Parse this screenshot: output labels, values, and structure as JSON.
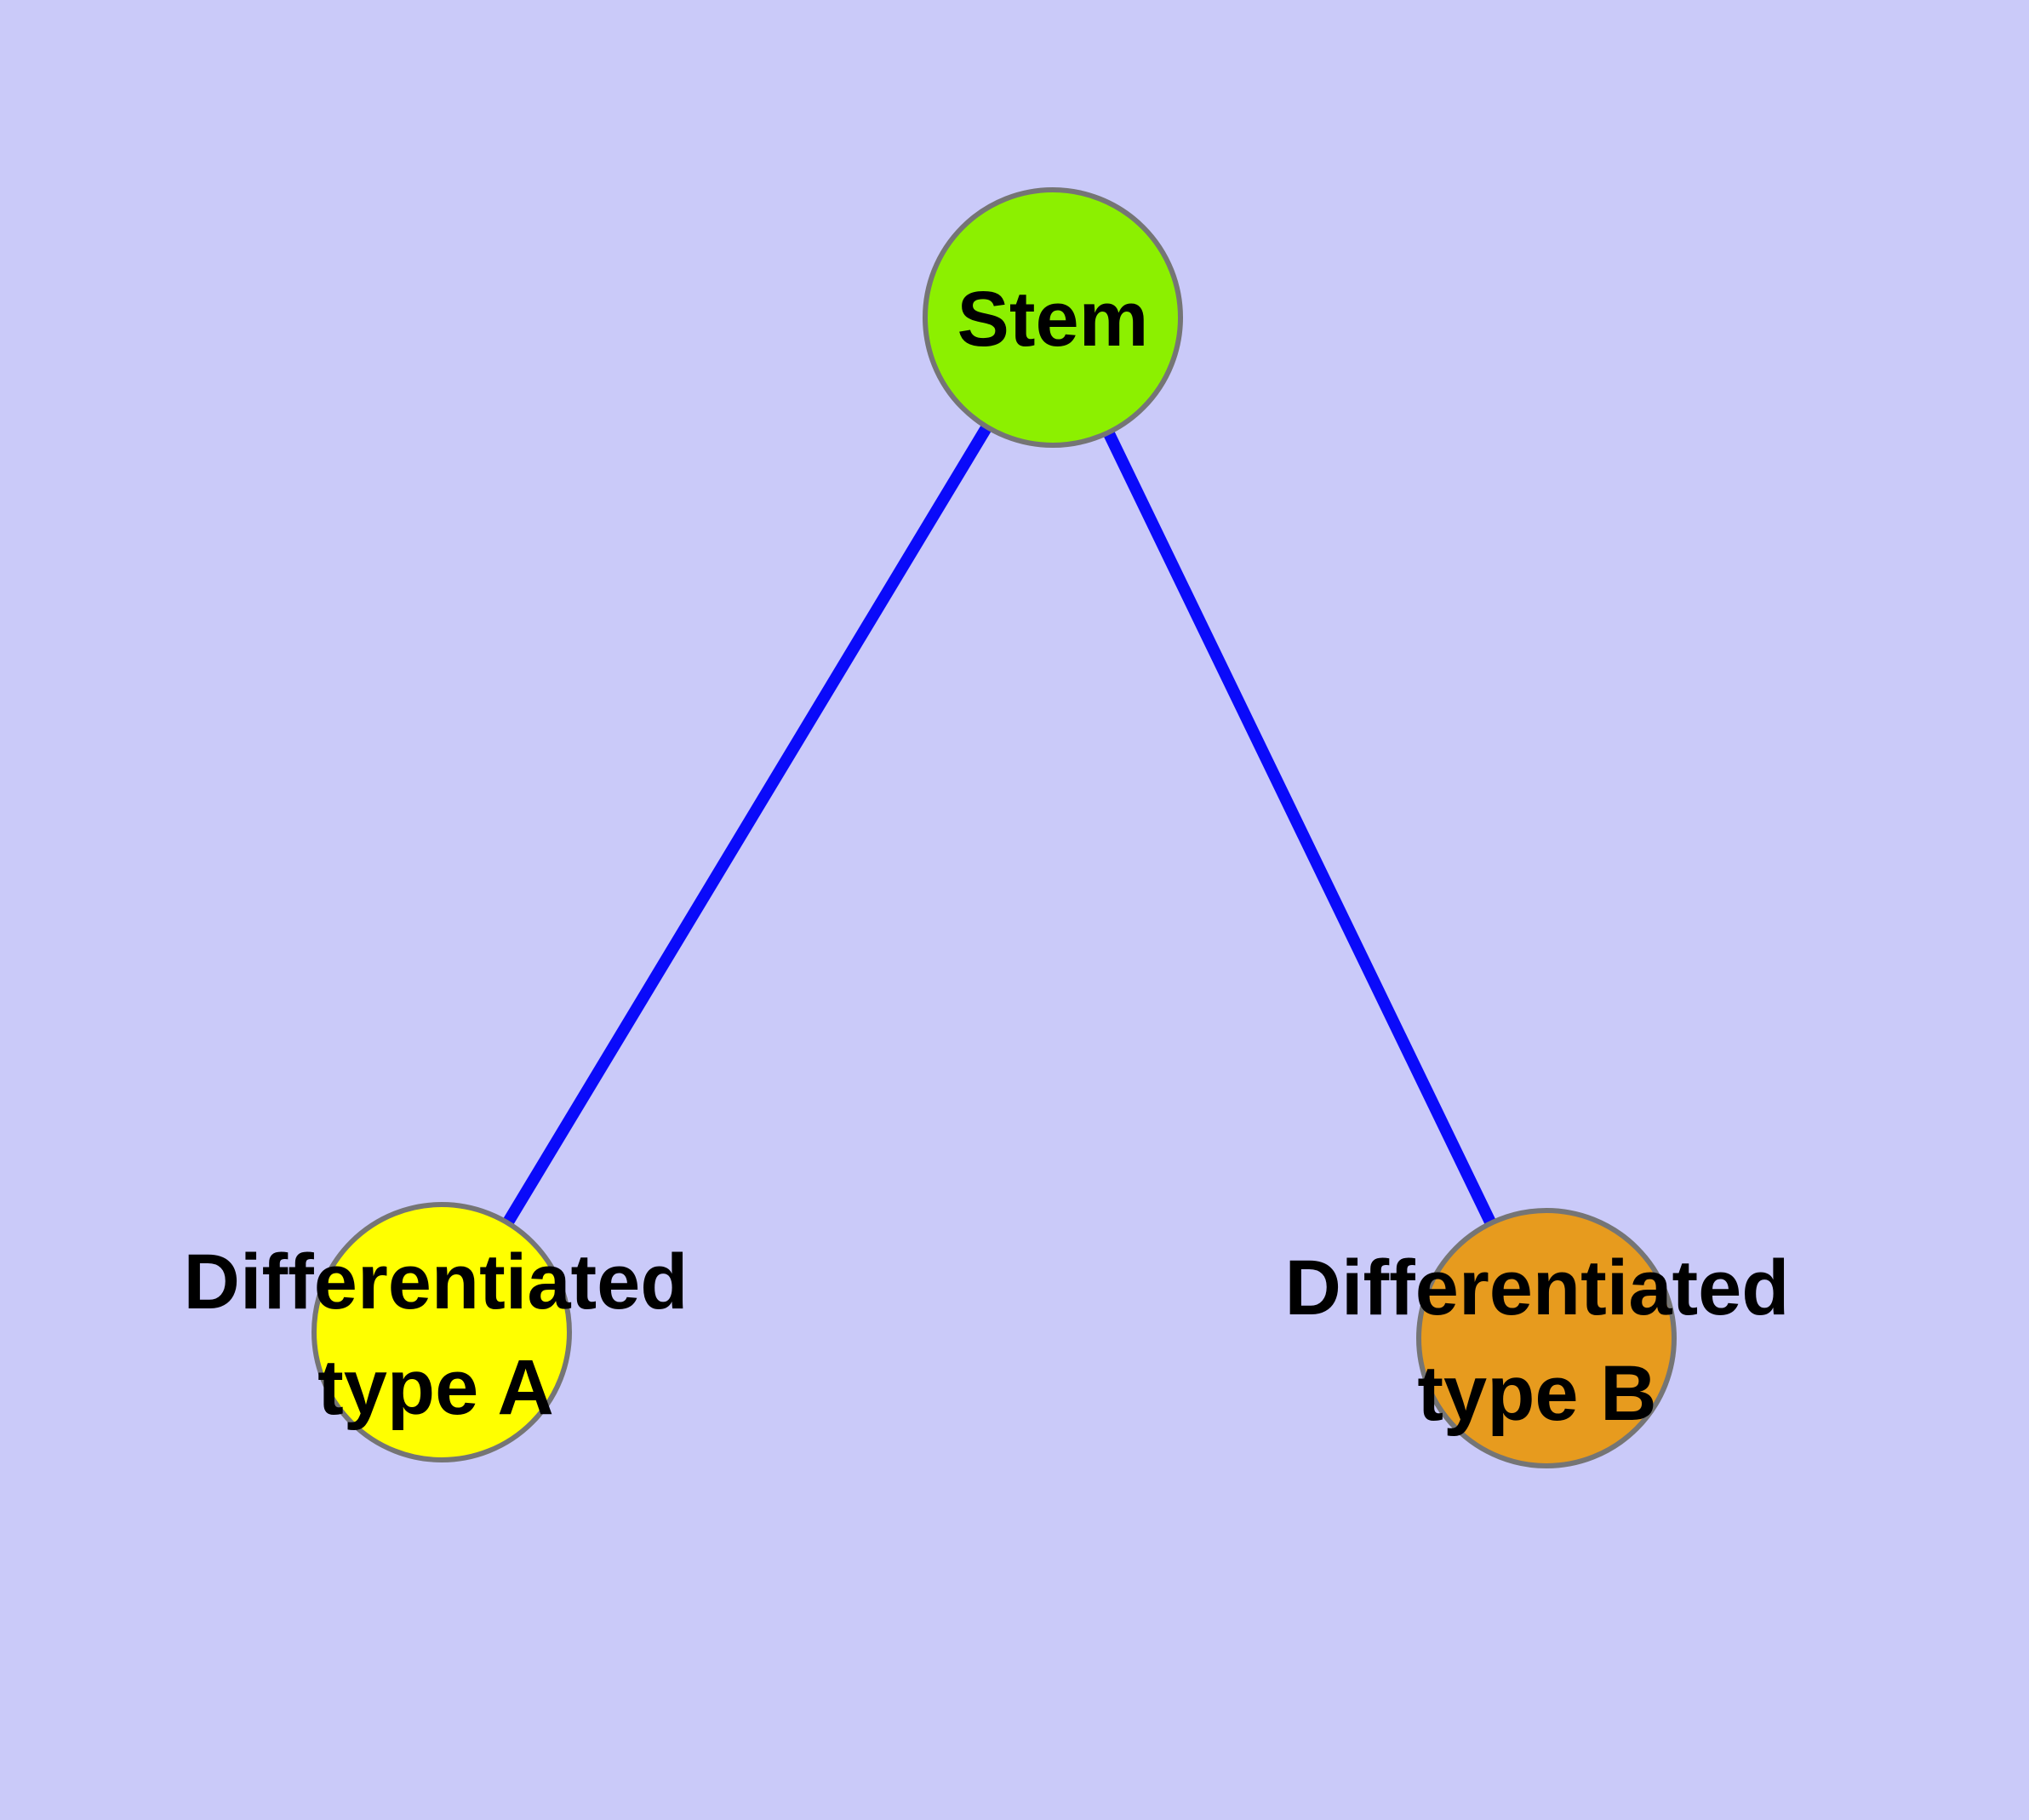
{
  "diagram": {
    "title": "",
    "background_color": "#CACAF9",
    "colors": {
      "edge": "#0A0AFA",
      "node_border": "#757575",
      "label_text": "#000000"
    },
    "nodes": [
      {
        "id": "stem",
        "label": "Stem",
        "label_lines": [
          "Stem"
        ],
        "shape": "circle",
        "fill": "#8CF000"
      },
      {
        "id": "differentiated-type-a",
        "label": "Differentiated type A",
        "label_lines": [
          "Differentiated",
          "type A"
        ],
        "shape": "circle",
        "fill": "#FFFF00"
      },
      {
        "id": "differentiated-type-b",
        "label": "Differentiated type B",
        "label_lines": [
          "Differentiated",
          "type B"
        ],
        "shape": "circle",
        "fill": "#E79B1E"
      }
    ],
    "edges": [
      {
        "from": "stem",
        "to": "differentiated-type-a"
      },
      {
        "from": "stem",
        "to": "differentiated-type-b"
      }
    ]
  }
}
